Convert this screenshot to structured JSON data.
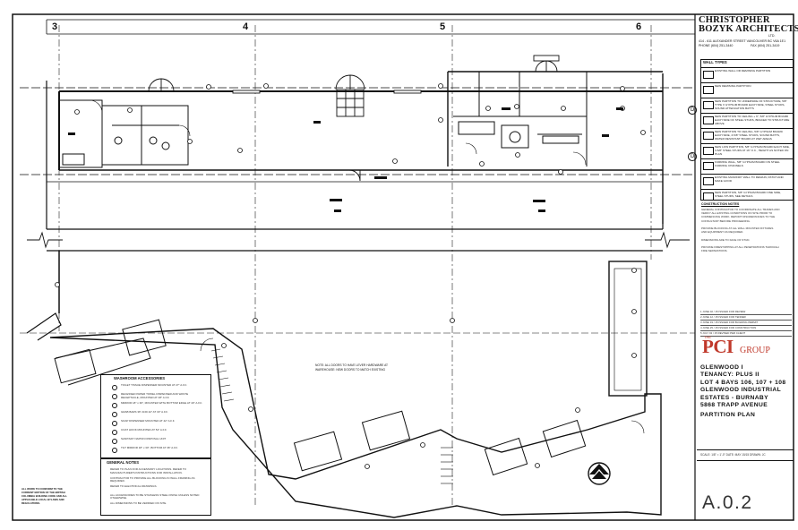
{
  "grid_lines": [
    "3",
    "4",
    "5",
    "6"
  ],
  "firm": {
    "name_line1": "CHRISTOPHER",
    "name_line2": "BOZYK ARCHITECTS",
    "suffix": "LTD.",
    "address": "414 - 611 ALEXANDER STREET  VANCOUVER BC  V6A 1E1",
    "phone": "PHONE (604) 251-3440",
    "fax": "FAX (604) 251-3419"
  },
  "legend": {
    "title": "WALL TYPES",
    "items": [
      "EXISTING WALL OR DEMISING PARTITION",
      "NEW DEMISING PARTITION",
      "NEW PARTITION TO UNDERSIDE OF STRUCTURE, 5/8\" TYPE X GYPSUM BOARD EACH SIDE, STEEL STUDS, SOUND ATTENUATION BATTS",
      "NEW PARTITION TO CEILING + 6\", 5/8\" GYPSUM BOARD EACH SIDE OF STEEL STUDS, BRACED TO STRUCTURE ABOVE",
      "NEW PARTITION TO CEILING, 5/8\" GYPSUM BOARD EACH SIDE, 3-5/8\" STEEL STUDS, SOUND BATTS, WATER RESISTANT BOARD AT WET AREAS",
      "NEW LOW PARTITION, 5/8\" GYPSUM BOARD EACH SIDE, 3-5/8\" STEEL STUDS AT 16\" O.C., HEIGHT AS NOTED ON PLAN",
      "FURRING WALL, 5/8\" GYPSUM BOARD ON STEEL FURRING CHANNELS",
      "EXISTING MASONRY WALL TO REMAIN, PATCH AND MAKE GOOD",
      "NEW PARTITION, 5/8\" GYPSUM BOARD ONE SIDE, STEEL STUDS, SEE DETAILS"
    ],
    "tags": [
      "D",
      "D"
    ]
  },
  "general_notes_right": {
    "title": "CONSTRUCTION NOTES",
    "lines": [
      "GENERAL CONTRACTOR TO COORDINATE ALL TRADES AND",
      "VERIFY ALL EXISTING CONDITIONS ON SITE PRIOR TO",
      "COMMENCING WORK. REPORT DISCREPANCIES TO THE",
      "CONSULTANT BEFORE PROCEEDING.",
      "",
      "PROVIDE BLOCKING AT ALL WALL MOUNTED FIXTURES",
      "AND EQUIPMENT AS REQUIRED.",
      "",
      "DIMENSIONS ARE TO FACE OF STUD.",
      "",
      "PROVIDE FIRESTOPPING AT ALL PENETRATIONS THROUGH",
      "FIRE SEPARATIONS."
    ]
  },
  "revisions": [
    "1   JUNE 02 / 15   ISSUED FOR REVIEW",
    "2   JUNE 12 / 15   ISSUED FOR TENDER",
    "3   JUNE 19 / 15   ISSUED FOR BUILDING PERMIT",
    "4   JUNE 25 / 15   ISSUED FOR CONSTRUCTION",
    "5   JULY 02 / 15   REVISED PER CLIENT"
  ],
  "client_logo": {
    "the": "THE",
    "pci": "PCI",
    "group": "GROUP"
  },
  "project": {
    "line1": "GLENWOOD I",
    "line2": "TENANCY: PLUS II",
    "line3": "LOT 4  BAYS 106, 107 + 108",
    "line4": "GLENWOOD INDUSTRIAL",
    "line5": "ESTATES - BURNABY",
    "line6": "5868 TRAPP AVENUE",
    "drawing_title": "PARTITION PLAN"
  },
  "title_strip": "SCALE: 1/8\" = 1'-0\"     DATE: MAY 15/15     DRAWN: JC",
  "sheet_number": "A.0.2",
  "washroom_accessories": {
    "title": "WASHROOM ACCESSORIES",
    "items": [
      "TOILET TISSUE DISPENSER MOUNTED AT 27\" A.F.F.",
      "RECESSED PAPER TOWEL DISPENSER AND WASTE RECEPTACLE, MOUNTED AT 48\" A.F.F.",
      "MIRROR 18\" x 36\", MOUNTED WITH BOTTOM EDGE AT 40\" A.F.F.",
      "GRAB BARS 36\" AND 42\" AT 33\" A.F.F.",
      "SOAP DISPENSER MOUNTED AT 42\" A.F.F.",
      "COAT HOOK MOUNTED AT 54\" A.F.F.",
      "SANITARY NAPKIN DISPOSAL UNIT",
      "TILT MIRROR 18\" x 30\", BOTTOM AT 36\" A.F.F."
    ]
  },
  "general_notes": {
    "title": "GENERAL NOTES",
    "items": [
      "REFER TO PLAN FOR ACCESSORY LOCATIONS. REFER TO MANUFACTURER'S INSTRUCTIONS FOR INSTALLATION.",
      "CONTRACTOR TO PROVIDE ALL BLOCKING IN WALL FRAMING AS REQUIRED.",
      "REFER TO ELECTRICAL DRAWINGS.",
      "ALL ACCESSORIES TO BE STAINLESS STEEL FINISH UNLESS NOTED OTHERWISE.",
      "ALL DIMENSIONS TO BE VERIFIED ON SITE."
    ]
  },
  "warehouse_note": "NOTE: ALL DOORS TO HAVE LEVER HARDWARE AT WAREHOUSE: NEW DOORS TO MATCH EXISTING",
  "bottom_left_note": "ALL WORK TO CONFORM TO THE CURRENT EDITION OF THE BRITISH COLUMBIA BUILDING CODE AND ALL APPLICABLE LOCAL BYLAWS AND REGULATIONS."
}
